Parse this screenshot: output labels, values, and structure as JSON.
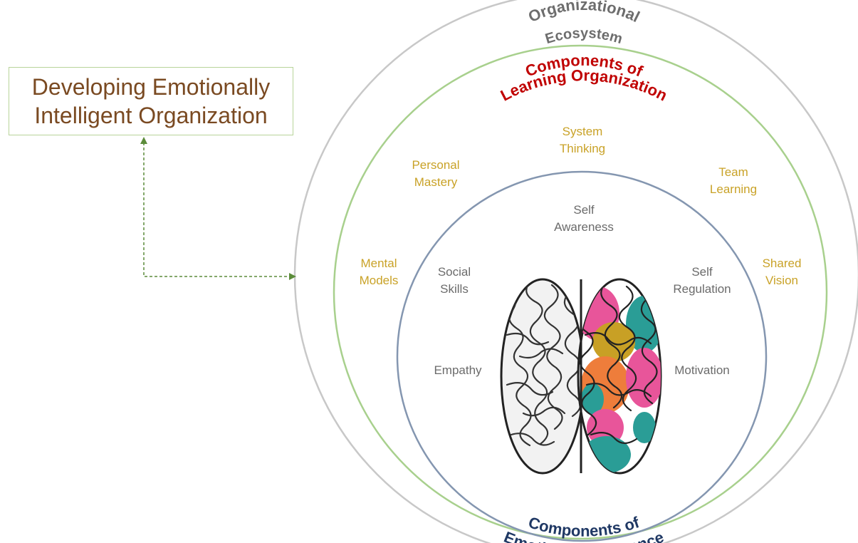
{
  "title": {
    "line1": "Developing Emotionally",
    "line2": "Intelligent Organization"
  },
  "rings": {
    "outer": {
      "label_line1": "Organizational",
      "label_line2": "Ecosystem",
      "stroke": "#c8c8c8",
      "text_color": "#6d6d6d"
    },
    "middle": {
      "label_line1": "Components of",
      "label_line2": "Learning Organization",
      "stroke": "#a8d08d",
      "text_color": "#c00000"
    },
    "inner": {
      "label_line1": "Components of",
      "label_line2": "Emotional Intelligence",
      "stroke": "#8496b0",
      "text_color": "#1f3864"
    }
  },
  "learning_organization": {
    "system_thinking": [
      "System",
      "Thinking"
    ],
    "personal_mastery": [
      "Personal",
      "Mastery"
    ],
    "team_learning": [
      "Team",
      "Learning"
    ],
    "mental_models": [
      "Mental",
      "Models"
    ],
    "shared_vision": [
      "Shared",
      "Vision"
    ]
  },
  "emotional_intelligence": {
    "self_awareness": [
      "Self",
      "Awareness"
    ],
    "social_skills": [
      "Social",
      "Skills"
    ],
    "self_regulation": [
      "Self",
      "Regulation"
    ],
    "empathy": "Empathy",
    "motivation": "Motivation"
  },
  "colors": {
    "learning_label": "#c9a227",
    "ei_label": "#6b6b6b",
    "title": "#7a4a22",
    "arrow": "#5b8c3a",
    "brain_pink": "#e8559a",
    "brain_teal": "#2a9d96",
    "brain_orange": "#ee7d3b",
    "brain_gold": "#c8a025"
  }
}
